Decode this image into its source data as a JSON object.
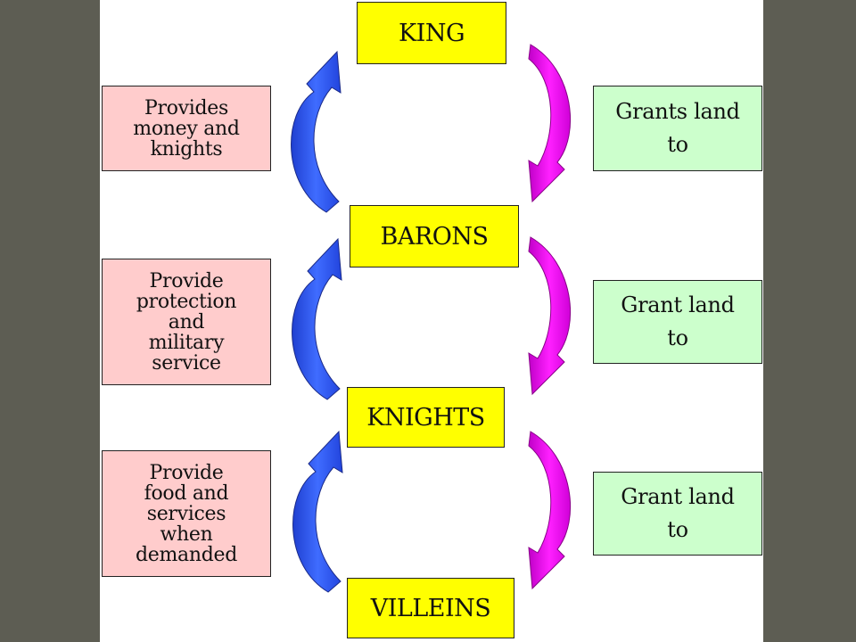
{
  "ranks": [
    "KING",
    "BARONS",
    "KNIGHTS",
    "VILLEINS"
  ],
  "duties": [
    "Provides\nmoney and\nknights",
    "Provide\nprotection\nand\nmilitary\nservice",
    "Provide\nfood and\nservices\nwhen\ndemanded"
  ],
  "grants": [
    "Grants land\nto",
    "Grant land\nto",
    "Grant land\nto"
  ],
  "colors": {
    "rank_fill": "#ffff00",
    "duty_fill": "#ffcccc",
    "grant_fill": "#ccffcc",
    "up_arrow": "#3366ff",
    "down_arrow": "#ff00ff"
  }
}
